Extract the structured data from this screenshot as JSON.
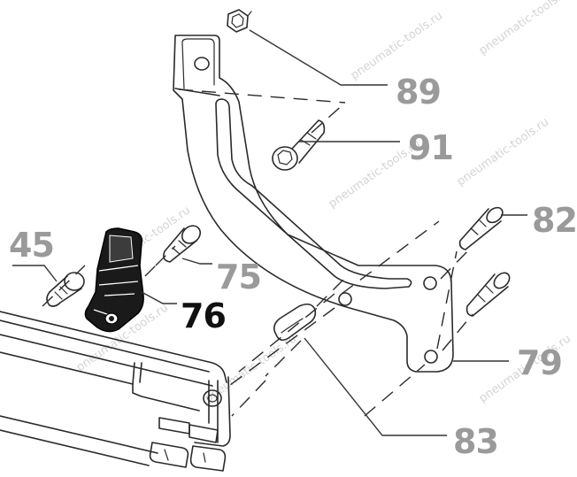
{
  "watermark": "pneumatic-tools.ru",
  "callouts": {
    "c89": "89",
    "c91": "91",
    "c82": "82",
    "c45": "45",
    "c75": "75",
    "c76": "76",
    "c79": "79",
    "c83": "83"
  },
  "colors": {
    "callout_grey": "#9a9a9a",
    "callout_highlight": "#111111",
    "highlighted_part": "#111111",
    "watermark": "#d4d4d4",
    "line": "#2a2a2a"
  }
}
